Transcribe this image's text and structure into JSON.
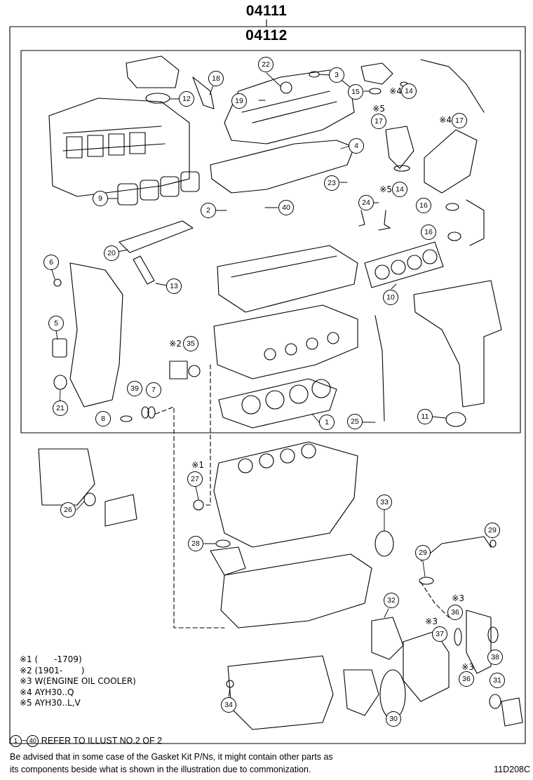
{
  "header": {
    "kit_part_number": "04111",
    "subkit_part_number": "04112"
  },
  "callouts": [
    {
      "n": "1"
    },
    {
      "n": "2"
    },
    {
      "n": "3"
    },
    {
      "n": "4"
    },
    {
      "n": "5"
    },
    {
      "n": "6"
    },
    {
      "n": "7"
    },
    {
      "n": "8"
    },
    {
      "n": "9"
    },
    {
      "n": "10"
    },
    {
      "n": "11"
    },
    {
      "n": "12"
    },
    {
      "n": "13"
    },
    {
      "n": "14"
    },
    {
      "n": "14"
    },
    {
      "n": "15"
    },
    {
      "n": "16"
    },
    {
      "n": "16"
    },
    {
      "n": "17"
    },
    {
      "n": "17"
    },
    {
      "n": "18"
    },
    {
      "n": "19"
    },
    {
      "n": "20"
    },
    {
      "n": "21"
    },
    {
      "n": "22"
    },
    {
      "n": "23"
    },
    {
      "n": "24"
    },
    {
      "n": "25"
    },
    {
      "n": "26"
    },
    {
      "n": "27"
    },
    {
      "n": "28"
    },
    {
      "n": "29"
    },
    {
      "n": "29"
    },
    {
      "n": "30"
    },
    {
      "n": "31"
    },
    {
      "n": "32"
    },
    {
      "n": "33"
    },
    {
      "n": "34"
    },
    {
      "n": "35"
    },
    {
      "n": "36"
    },
    {
      "n": "36"
    },
    {
      "n": "37"
    },
    {
      "n": "38"
    },
    {
      "n": "39"
    },
    {
      "n": "40"
    }
  ],
  "marks": [
    {
      "text": "※4"
    },
    {
      "text": "※5"
    },
    {
      "text": "※4"
    },
    {
      "text": "※5"
    },
    {
      "text": "※2"
    },
    {
      "text": "※1"
    },
    {
      "text": "※3"
    },
    {
      "text": "※3"
    },
    {
      "text": "※3"
    }
  ],
  "legend": [
    "※1 (      -1709)",
    "※2 (1901-       )",
    "※3 W(ENGINE OIL COOLER)",
    "※4 AYH30..Q",
    "※5 AYH30..L,V"
  ],
  "footer": {
    "range_start": "1",
    "range_sep": "~",
    "range_end": "40",
    "refer_text": "REFER TO ILLUST NO.2 OF 2",
    "advice_line1": "Be advised that in some case of the Gasket Kit P/Ns,  it might contain other parts as",
    "advice_line2": "its components beside what is shown in the illustration due to commonization.",
    "illustration_id": "11D208C"
  }
}
